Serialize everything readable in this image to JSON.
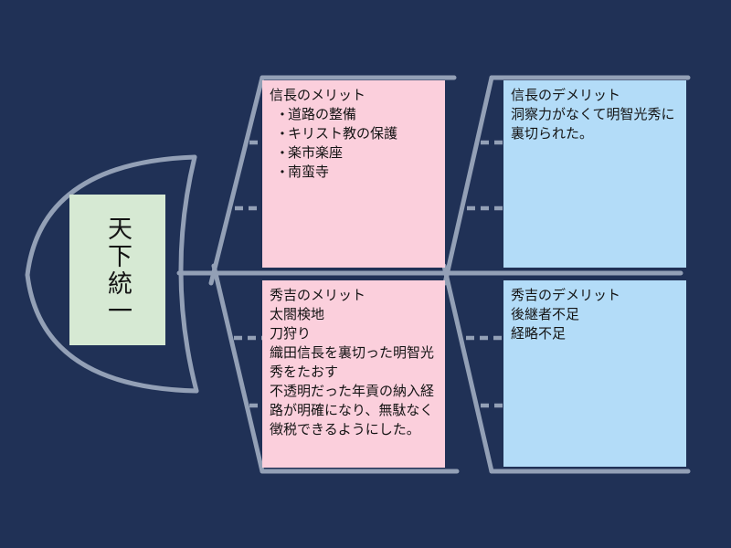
{
  "diagram_type": "fishbone",
  "colors": {
    "background": "#203156",
    "line": "#93a0b6",
    "merit_box": "#fbcfdc",
    "demerit_box": "#b3dcf8",
    "goal_box": "#d6e9d3",
    "text": "#141414"
  },
  "glyphs": {
    "bullet": "•"
  },
  "head": {
    "label": "天下統一"
  },
  "boxes": {
    "top_left": {
      "title": "信長のメリット",
      "bullets": [
        "道路の整備",
        "キリスト教の保護",
        "楽市楽座",
        "南蛮寺"
      ]
    },
    "top_right": {
      "title": "信長のデメリット",
      "lines": [
        "洞察力がなくて明智光秀に",
        "裏切られた。"
      ],
      "full_text": "洞察力がなくて明智光秀に裏切られた。"
    },
    "bottom_left": {
      "title": "秀吉のメリット",
      "lines": [
        "太閤検地",
        "刀狩り",
        "織田信長を裏切った明智光",
        "秀をたおす",
        "不透明だった年貢の納入経",
        "路が明確になり、無駄なく",
        "徴税できるようにした。"
      ],
      "full_text": "太閤検地 / 刀狩り / 織田信長を裏切った明智光秀をたおす / 不透明だった年貢の納入経路が明確になり、無駄なく徴税できるようにした。"
    },
    "bottom_right": {
      "title": "秀吉のデメリット",
      "lines": [
        "後継者不足",
        "経略不足"
      ]
    }
  }
}
